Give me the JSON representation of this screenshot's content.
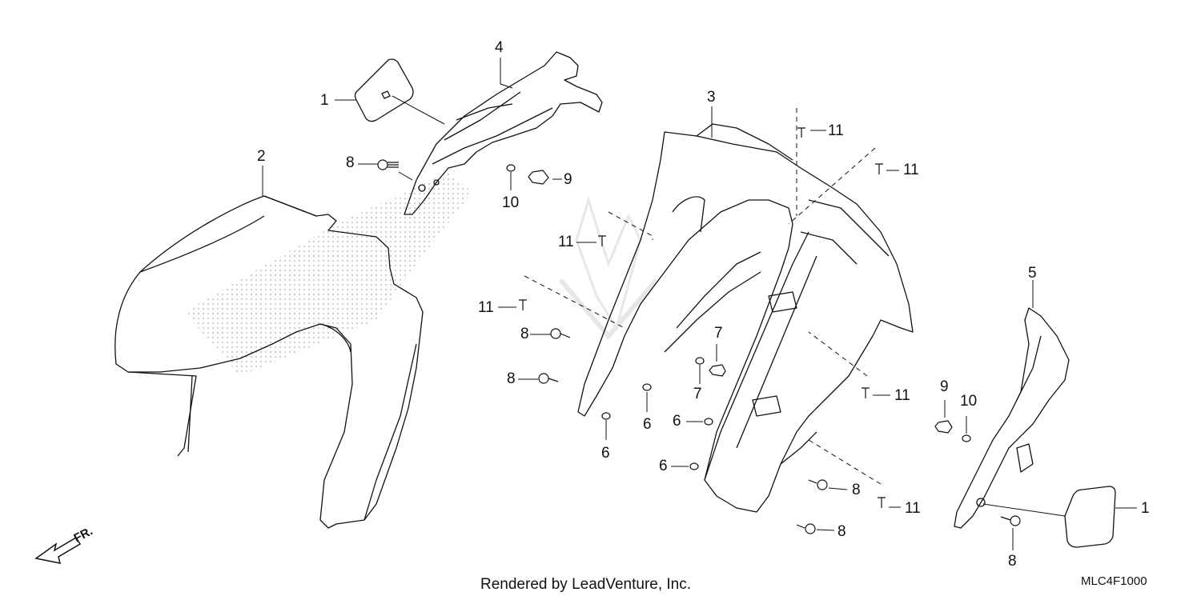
{
  "callouts": {
    "c1a": "1",
    "c1b": "1",
    "c2": "2",
    "c3": "3",
    "c4": "4",
    "c5": "5",
    "c6a": "6",
    "c6b": "6",
    "c6c": "6",
    "c6d": "6",
    "c7a": "7",
    "c7b": "7",
    "c8a": "8",
    "c8b": "8",
    "c8c": "8",
    "c8d": "8",
    "c8e": "8",
    "c8f": "8",
    "c9a": "9",
    "c9b": "9",
    "c10a": "10",
    "c10b": "10",
    "c11a": "11",
    "c11b": "11",
    "c11c": "11",
    "c11d": "11",
    "c11e": "11",
    "c11f": "11"
  },
  "direction_label": "FR.",
  "footer": "Rendered by LeadVenture, Inc.",
  "diagram_code": "MLC4F1000",
  "colors": {
    "line": "#111111",
    "watermark": "#cfcfcf",
    "dots": "#b5b5b5"
  }
}
